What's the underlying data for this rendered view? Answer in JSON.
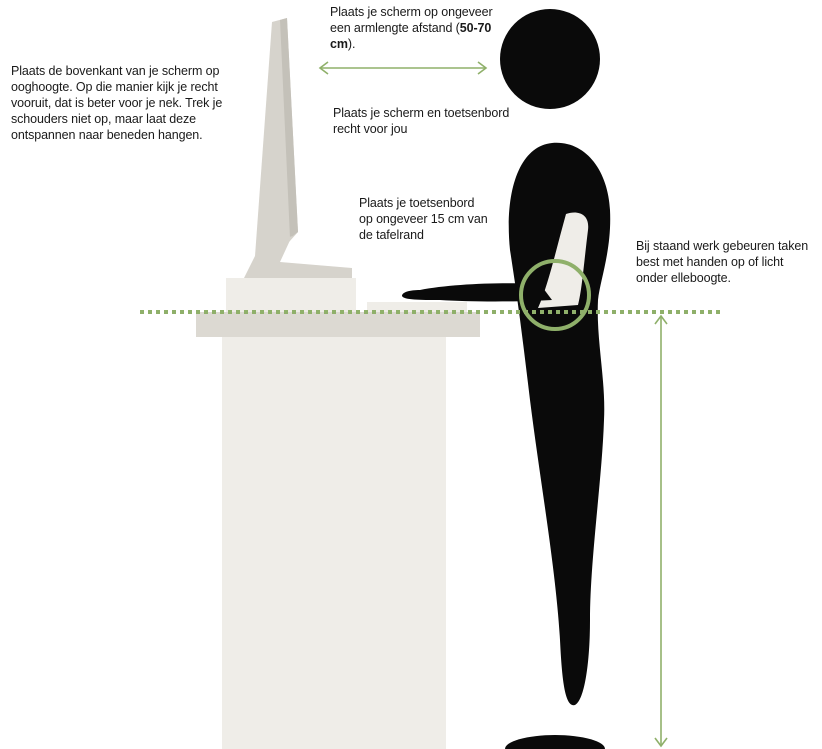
{
  "notes": {
    "screen_top": "Plaats de bovenkant van je scherm op ooghoogte. Op die manier kijk je recht vooruit, dat is beter voor je nek. Trek je schouders niet op, maar laat deze ontspannen naar beneden hangen.",
    "distance_prefix": "Plaats je scherm op ongeveer een armlengte afstand (",
    "distance_bold": "50-70 cm",
    "distance_suffix": ").",
    "screen_front": "Plaats je scherm en toetsenbord recht voor jou",
    "keyboard": "Plaats je toetsenbord op ongeveer 15 cm van de tafelrand",
    "standing": "Bij staand werk gebeuren taken best met handen op of licht onder elleboogte."
  },
  "colors": {
    "accent_green": "#8fb06a",
    "figure": "#0a0a0a",
    "furniture_light": "#efede8",
    "furniture_mid": "#dcd9d2",
    "monitor": "#d6d3cc"
  }
}
